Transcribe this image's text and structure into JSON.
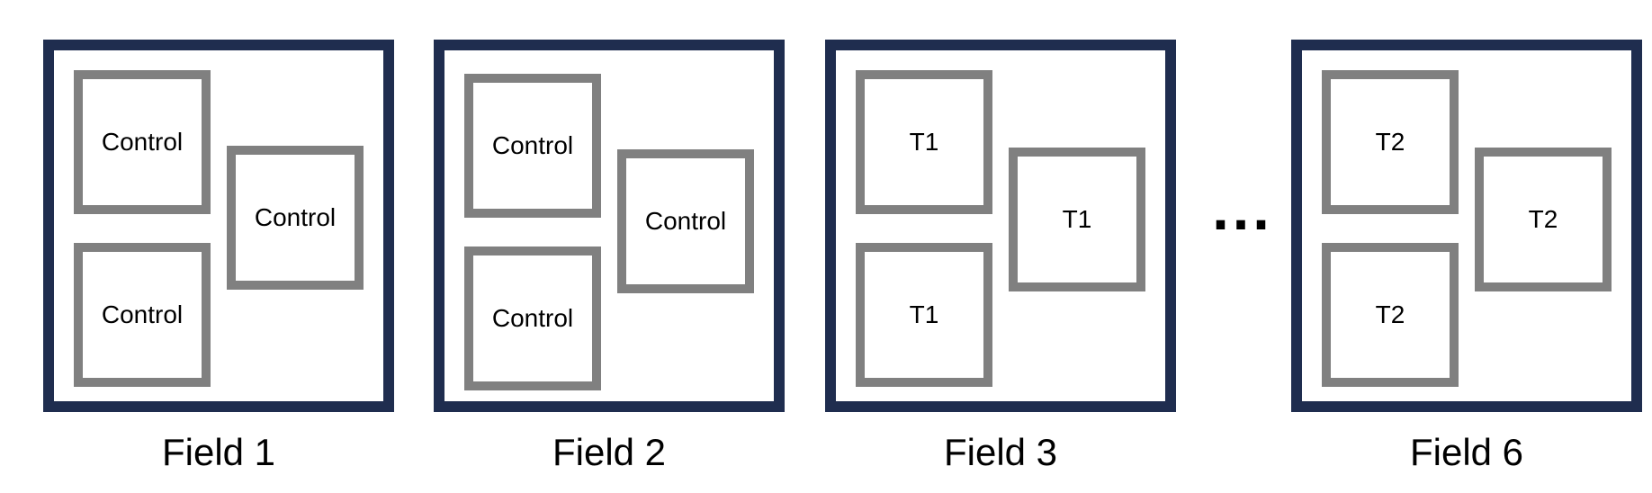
{
  "fields": [
    {
      "label": "Field 1",
      "plots": [
        "Control",
        "Control",
        "Control"
      ]
    },
    {
      "label": "Field 2",
      "plots": [
        "Control",
        "Control",
        "Control"
      ]
    },
    {
      "label": "Field 3",
      "plots": [
        "T1",
        "T1",
        "T1"
      ]
    },
    {
      "label": "Field 6",
      "plots": [
        "T2",
        "T2",
        "T2"
      ]
    }
  ],
  "ellipsis": "...",
  "colors": {
    "field_border": "#1f2d4f",
    "plot_border": "#808080"
  }
}
